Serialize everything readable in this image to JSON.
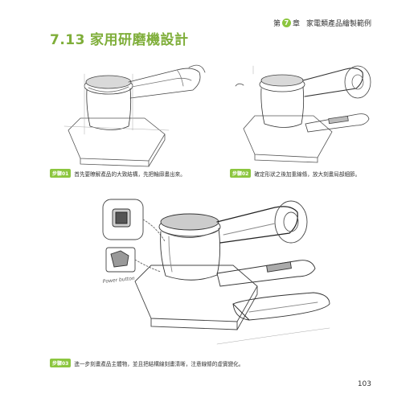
{
  "header": {
    "chapter_prefix": "第",
    "chapter_number": "7",
    "chapter_suffix": "章",
    "chapter_title": "家電類產品繪製範例"
  },
  "section": {
    "number": "7.13",
    "title": "家用研磨機設計"
  },
  "steps": [
    {
      "badge": "步驟01",
      "text": "首先要瞭解產品的大致結構，先把輪廓畫出來。"
    },
    {
      "badge": "步驟02",
      "text": "確定形狀之後加重線條，放大刻畫局部細節。"
    },
    {
      "badge": "步驟03",
      "text": "進一步刻畫產品主體物，並且把結構線刻畫清晰，注意線條的虛實變化。"
    }
  ],
  "annotation": "Power button",
  "page_number": "103"
}
